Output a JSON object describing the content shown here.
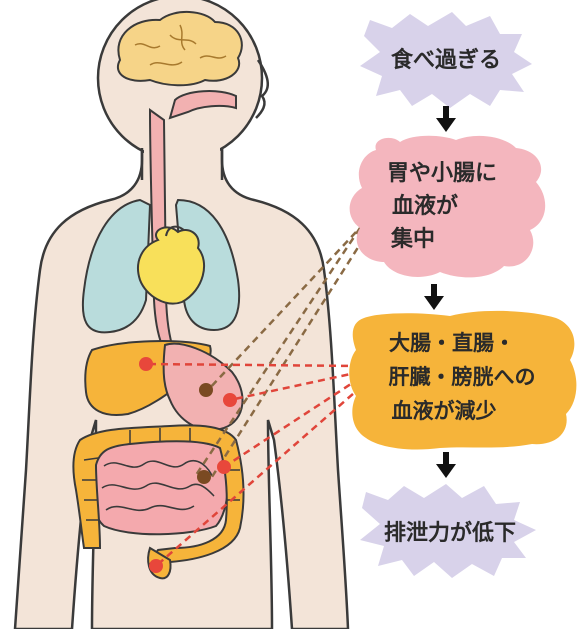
{
  "flow": {
    "step1": "食べ過ぎる",
    "step2": {
      "line1": "胃や小腸に",
      "line2": "血液が",
      "line3": "集中"
    },
    "step3": {
      "line1": "大腸・直腸・",
      "line2": "肝臓・膀胱への",
      "line3": "血液が減少"
    },
    "step4": "排泄力が低下"
  },
  "colors": {
    "skin": "#f3e4d8",
    "outline": "#3a3a3a",
    "brain": "#f6d488",
    "lungs": "#b9dcdc",
    "heart": "#f8e05a",
    "liver": "#f6b43a",
    "stomach": "#f2b1b1",
    "intestine": "#f4a9ad",
    "colon": "#f6b43a",
    "cloud_purple": "#d8d2ea",
    "cloud_pink": "#f4b6be",
    "cloud_orange": "#f6b43a",
    "red_dot": "#e8473b",
    "brown_dot": "#7a4a22",
    "dash_red": "#e0453a",
    "dash_brown": "#8a6a44"
  },
  "icons": [
    "down-arrow-icon"
  ]
}
